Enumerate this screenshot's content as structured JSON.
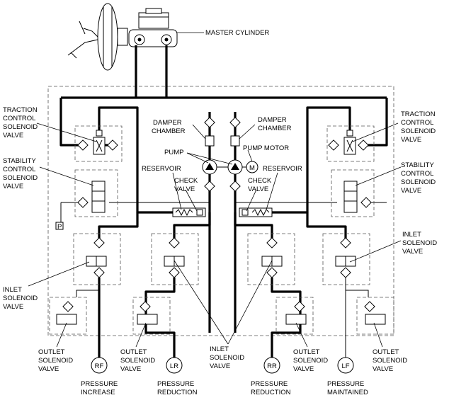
{
  "labels": {
    "master_cylinder": "MASTER CYLINDER",
    "traction_left": [
      "TRACTION",
      "CONTROL",
      "SOLENOID",
      "VALVE"
    ],
    "traction_right": [
      "TRACTION",
      "CONTROL",
      "SOLENOID",
      "VALVE"
    ],
    "stability_left": [
      "STABILITY",
      "CONTROL",
      "SOLENOID",
      "VALVE"
    ],
    "stability_right": [
      "STABILITY",
      "CONTROL",
      "SOLENOID",
      "VALVE"
    ],
    "damper_left": [
      "DAMPER",
      "CHAMBER"
    ],
    "damper_right": [
      "DAMPER",
      "CHAMBER"
    ],
    "pump": "PUMP",
    "pump_motor": "PUMP MOTOR",
    "motor_symbol": "M",
    "reservoir_left": "RESERVOIR",
    "reservoir_right": "RESERVOIR",
    "check_left": [
      "CHECK",
      "VALVE"
    ],
    "check_right": [
      "CHECK",
      "VALVE"
    ],
    "p_box": "P",
    "inlet_left": [
      "INLET",
      "SOLENOID",
      "VALVE"
    ],
    "inlet_right": [
      "INLET",
      "SOLENOID",
      "VALVE"
    ],
    "inlet_center": [
      "INLET",
      "SOLENOID",
      "VALVE"
    ],
    "outlet_1": [
      "OUTLET",
      "SOLENOID",
      "VALVE"
    ],
    "outlet_2": [
      "OUTLET",
      "SOLENOID",
      "VALVE"
    ],
    "outlet_3": [
      "OUTLET",
      "SOLENOID",
      "VALVE"
    ],
    "outlet_4": [
      "OUTLET",
      "SOLENOID",
      "VALVE"
    ],
    "wheels": [
      "RF",
      "LR",
      "RR",
      "LF"
    ],
    "pressure_increase": [
      "PRESSURE",
      "INCREASE"
    ],
    "pressure_reduction_1": [
      "PRESSURE",
      "REDUCTION"
    ],
    "pressure_reduction_2": [
      "PRESSURE",
      "REDUCTION"
    ],
    "pressure_maintained": [
      "PRESSURE",
      "MAINTAINED"
    ]
  }
}
